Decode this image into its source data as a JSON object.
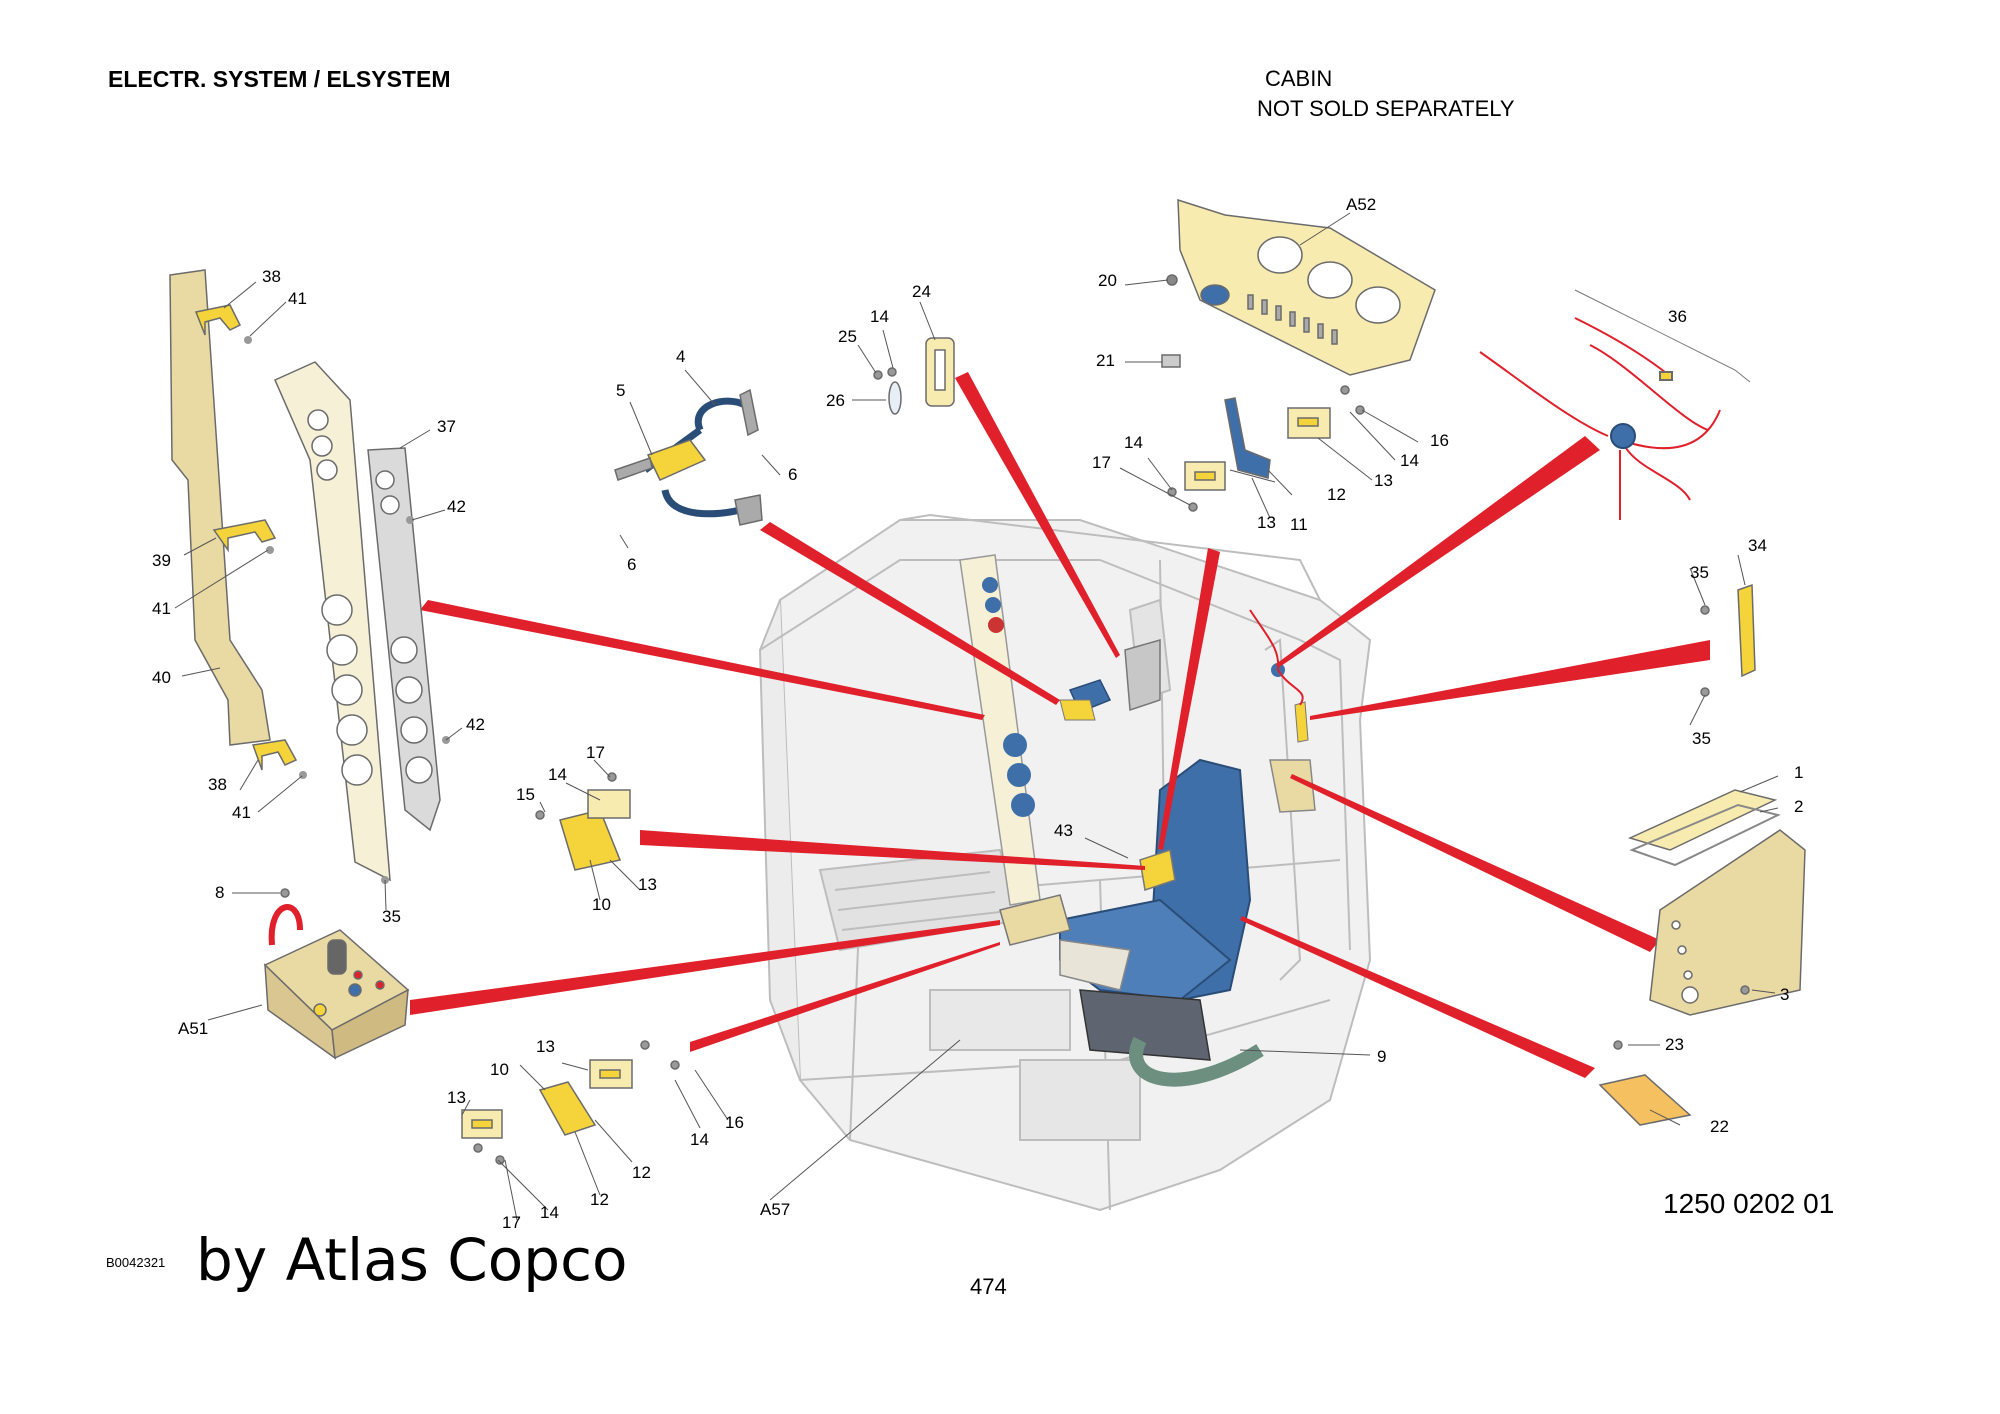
{
  "header": {
    "title": "ELECTR. SYSTEM / ELSYSTEM",
    "cabin": "CABIN",
    "not_sold": "NOT SOLD SEPARATELY"
  },
  "footer": {
    "drawing_number": "1250 0202 01",
    "ref_code": "B0042321",
    "brand": "by Atlas Copco",
    "page_number": "474"
  },
  "colors": {
    "leader_red": "#e0202a",
    "part_yellow": "#f5d33a",
    "panel_yellow": "#f7ebb0",
    "cream": "#f6f1d6",
    "tan": "#e9d9a3",
    "gray": "#d9d9d9",
    "blue": "#3f6fa8",
    "outline": "#6b6b6b"
  },
  "callouts": {
    "c38a": "38",
    "c41a": "41",
    "c37": "37",
    "c42a": "42",
    "c39": "39",
    "c41b": "41",
    "c40": "40",
    "c42b": "42",
    "c38b": "38",
    "c41c": "41",
    "c35a": "35",
    "c4": "4",
    "c5": "5",
    "c6a": "6",
    "c6b": "6",
    "c24": "24",
    "c14a": "14",
    "c25": "25",
    "c26": "26",
    "cA52": "A52",
    "c20": "20",
    "c21": "21",
    "c14b": "14",
    "c17a": "17",
    "c13a": "13",
    "c11": "11",
    "c12a": "12",
    "c13b": "13",
    "c14c": "14",
    "c16a": "16",
    "c36": "36",
    "c34": "34",
    "c35b": "35",
    "c35c": "35",
    "c1": "1",
    "c2": "2",
    "c3": "3",
    "c17b": "17",
    "c14d": "14",
    "c15": "15",
    "c10a": "10",
    "c13c": "13",
    "c43": "43",
    "c8": "8",
    "cA51": "A51",
    "c13d": "13",
    "c10b": "10",
    "c13e": "13",
    "c12b": "12",
    "c12c": "12",
    "c14e": "14",
    "c16b": "16",
    "c17c": "17",
    "c14f": "14",
    "c9": "9",
    "cA57": "A57",
    "c23": "23",
    "c22": "22"
  }
}
